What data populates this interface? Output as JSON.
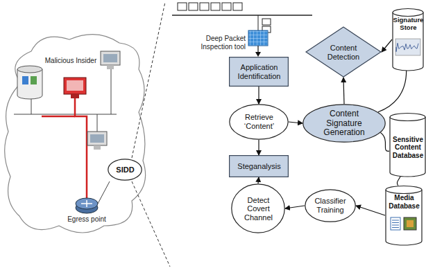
{
  "diagram": {
    "nodes": [
      {
        "text": [
          "SIDD"
        ]
      },
      {
        "text": [
          "Content Detection"
        ]
      },
      {
        "text": [
          "Signature Store"
        ]
      },
      {
        "text": [
          "Application Identification"
        ]
      },
      {
        "text": [
          "Retrieve ‘Content’"
        ]
      },
      {
        "text": [
          "Content Signature Generation"
        ]
      },
      {
        "text": [
          "Sensitive Content Database"
        ]
      },
      {
        "text": [
          "Steganalysis"
        ]
      },
      {
        "text": [
          "Detect Covert Channel"
        ]
      },
      {
        "text": [
          "Classifier Training"
        ]
      },
      {
        "text": [
          "Media Database"
        ]
      }
    ],
    "edges": [
      {
        "from": 3,
        "to": 4,
        "arrow": "to"
      },
      {
        "from": 4,
        "to": 7,
        "arrow": "to"
      },
      {
        "from": 4,
        "to": 5,
        "arrow": "to"
      },
      {
        "from": 5,
        "to": 1,
        "arrow": "to"
      },
      {
        "from": 2,
        "to": 1,
        "arrow": "to"
      },
      {
        "from": 5,
        "to": 2,
        "arrow": "none"
      },
      {
        "from": 6,
        "to": 5,
        "arrow": "none"
      },
      {
        "from": 10,
        "to": 9,
        "arrow": "to"
      },
      {
        "from": 9,
        "to": 8,
        "arrow": "to"
      },
      {
        "from": 8,
        "to": 7,
        "arrow": "to"
      },
      {
        "from": 10,
        "to": 6,
        "arrow": "none"
      }
    ],
    "labels": [
      "Malicious Insider",
      "Egress point",
      "Deep Packet Inspection tool"
    ]
  }
}
